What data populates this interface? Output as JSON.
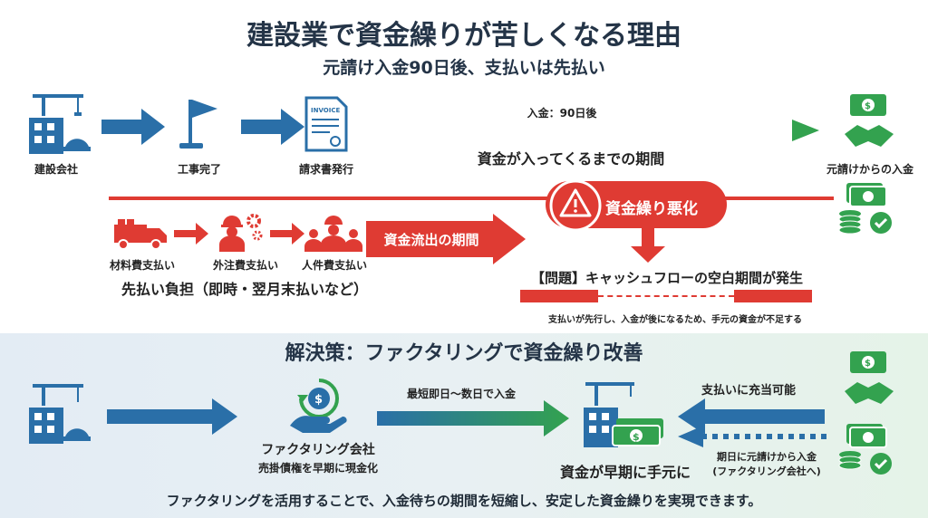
{
  "header": {
    "title": "建設業で資金繰りが苦しくなる理由",
    "subtitle": "元請け入金90日後、支払いは先払い"
  },
  "top_flow": {
    "company": "建設会社",
    "work_done": "工事完了",
    "invoice": "請求書発行",
    "invoice_icon_text": "INVOICE",
    "payment_timing": "入金：90日後",
    "waiting_period": "資金が入ってくるまでの期間",
    "receipt": "元請けからの入金"
  },
  "outflow": {
    "material": "材料費支払い",
    "subcontract": "外注費支払い",
    "labor": "人件費支払い",
    "outflow_period": "資金流出の期間",
    "prepay_burden": "先払い負担（即時・翌月末払いなど）"
  },
  "problem": {
    "warning": "資金繰り悪化",
    "problem_title": "【問題】キャッシュフローの空白期間が発生",
    "problem_desc": "支払いが先行し、入金が後になるため、手元の資金が不足する"
  },
  "solution": {
    "title": "解決策：ファクタリングで資金繰り改善",
    "factoring_company": "ファクタリング会社",
    "factoring_desc": "売掛債権を早期に現金化",
    "fast_deposit": "最短即日〜数日で入金",
    "early_cash": "資金が早期に手元に",
    "payable": "支払いに充当可能",
    "due_date_receipt_1": "期日に元請けから入金",
    "due_date_receipt_2": "(ファクタリング会社へ)"
  },
  "footer": {
    "text": "ファクタリングを活用することで、入金待ちの期間を短縮し、安定した資金繰りを実現できます。"
  },
  "colors": {
    "blue": "#2a6fa8",
    "red": "#df3b33",
    "green": "#33a24f",
    "navy": "#243447"
  },
  "icons": [
    "construction-company-icon",
    "flag-icon",
    "invoice-icon",
    "handshake-money-icon",
    "truck-icon",
    "worker-gear-icon",
    "workers-icon",
    "warning-icon",
    "cash-coins-check-icon",
    "hand-coin-icon",
    "cash-stack-icon"
  ]
}
